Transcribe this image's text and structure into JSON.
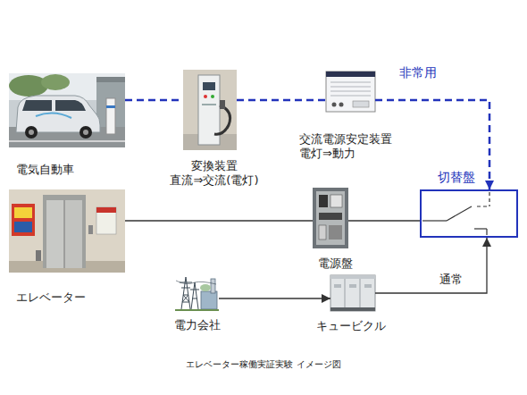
{
  "diagram": {
    "caption": "エレベーター稼働実証実験 イメージ図",
    "nodes": [
      {
        "text": [
          "電気自動車"
        ]
      },
      {
        "text": [
          "変換装置",
          "直流⇒交流(電灯)"
        ]
      },
      {
        "text": [
          "交流電源安定装置",
          "電灯⇒動力"
        ]
      },
      {
        "text": [
          "エレベーター"
        ]
      },
      {
        "text": [
          "電源盤"
        ]
      },
      {
        "text": [
          "切替盤"
        ]
      },
      {
        "text": [
          "電力会社"
        ]
      },
      {
        "text": [
          "キュービクル"
        ]
      }
    ],
    "edges": [
      {
        "from": 0,
        "to": 1,
        "arrow": "none"
      },
      {
        "from": 1,
        "to": 2,
        "arrow": "none"
      },
      {
        "from": 2,
        "to": 5,
        "arrow": "to",
        "label": "非常用"
      },
      {
        "from": 3,
        "to": 4,
        "arrow": "none"
      },
      {
        "from": 4,
        "to": 5,
        "arrow": "none"
      },
      {
        "from": 6,
        "to": 7,
        "arrow": "to"
      },
      {
        "from": 7,
        "to": 5,
        "arrow": "to",
        "label": "通常"
      }
    ]
  }
}
